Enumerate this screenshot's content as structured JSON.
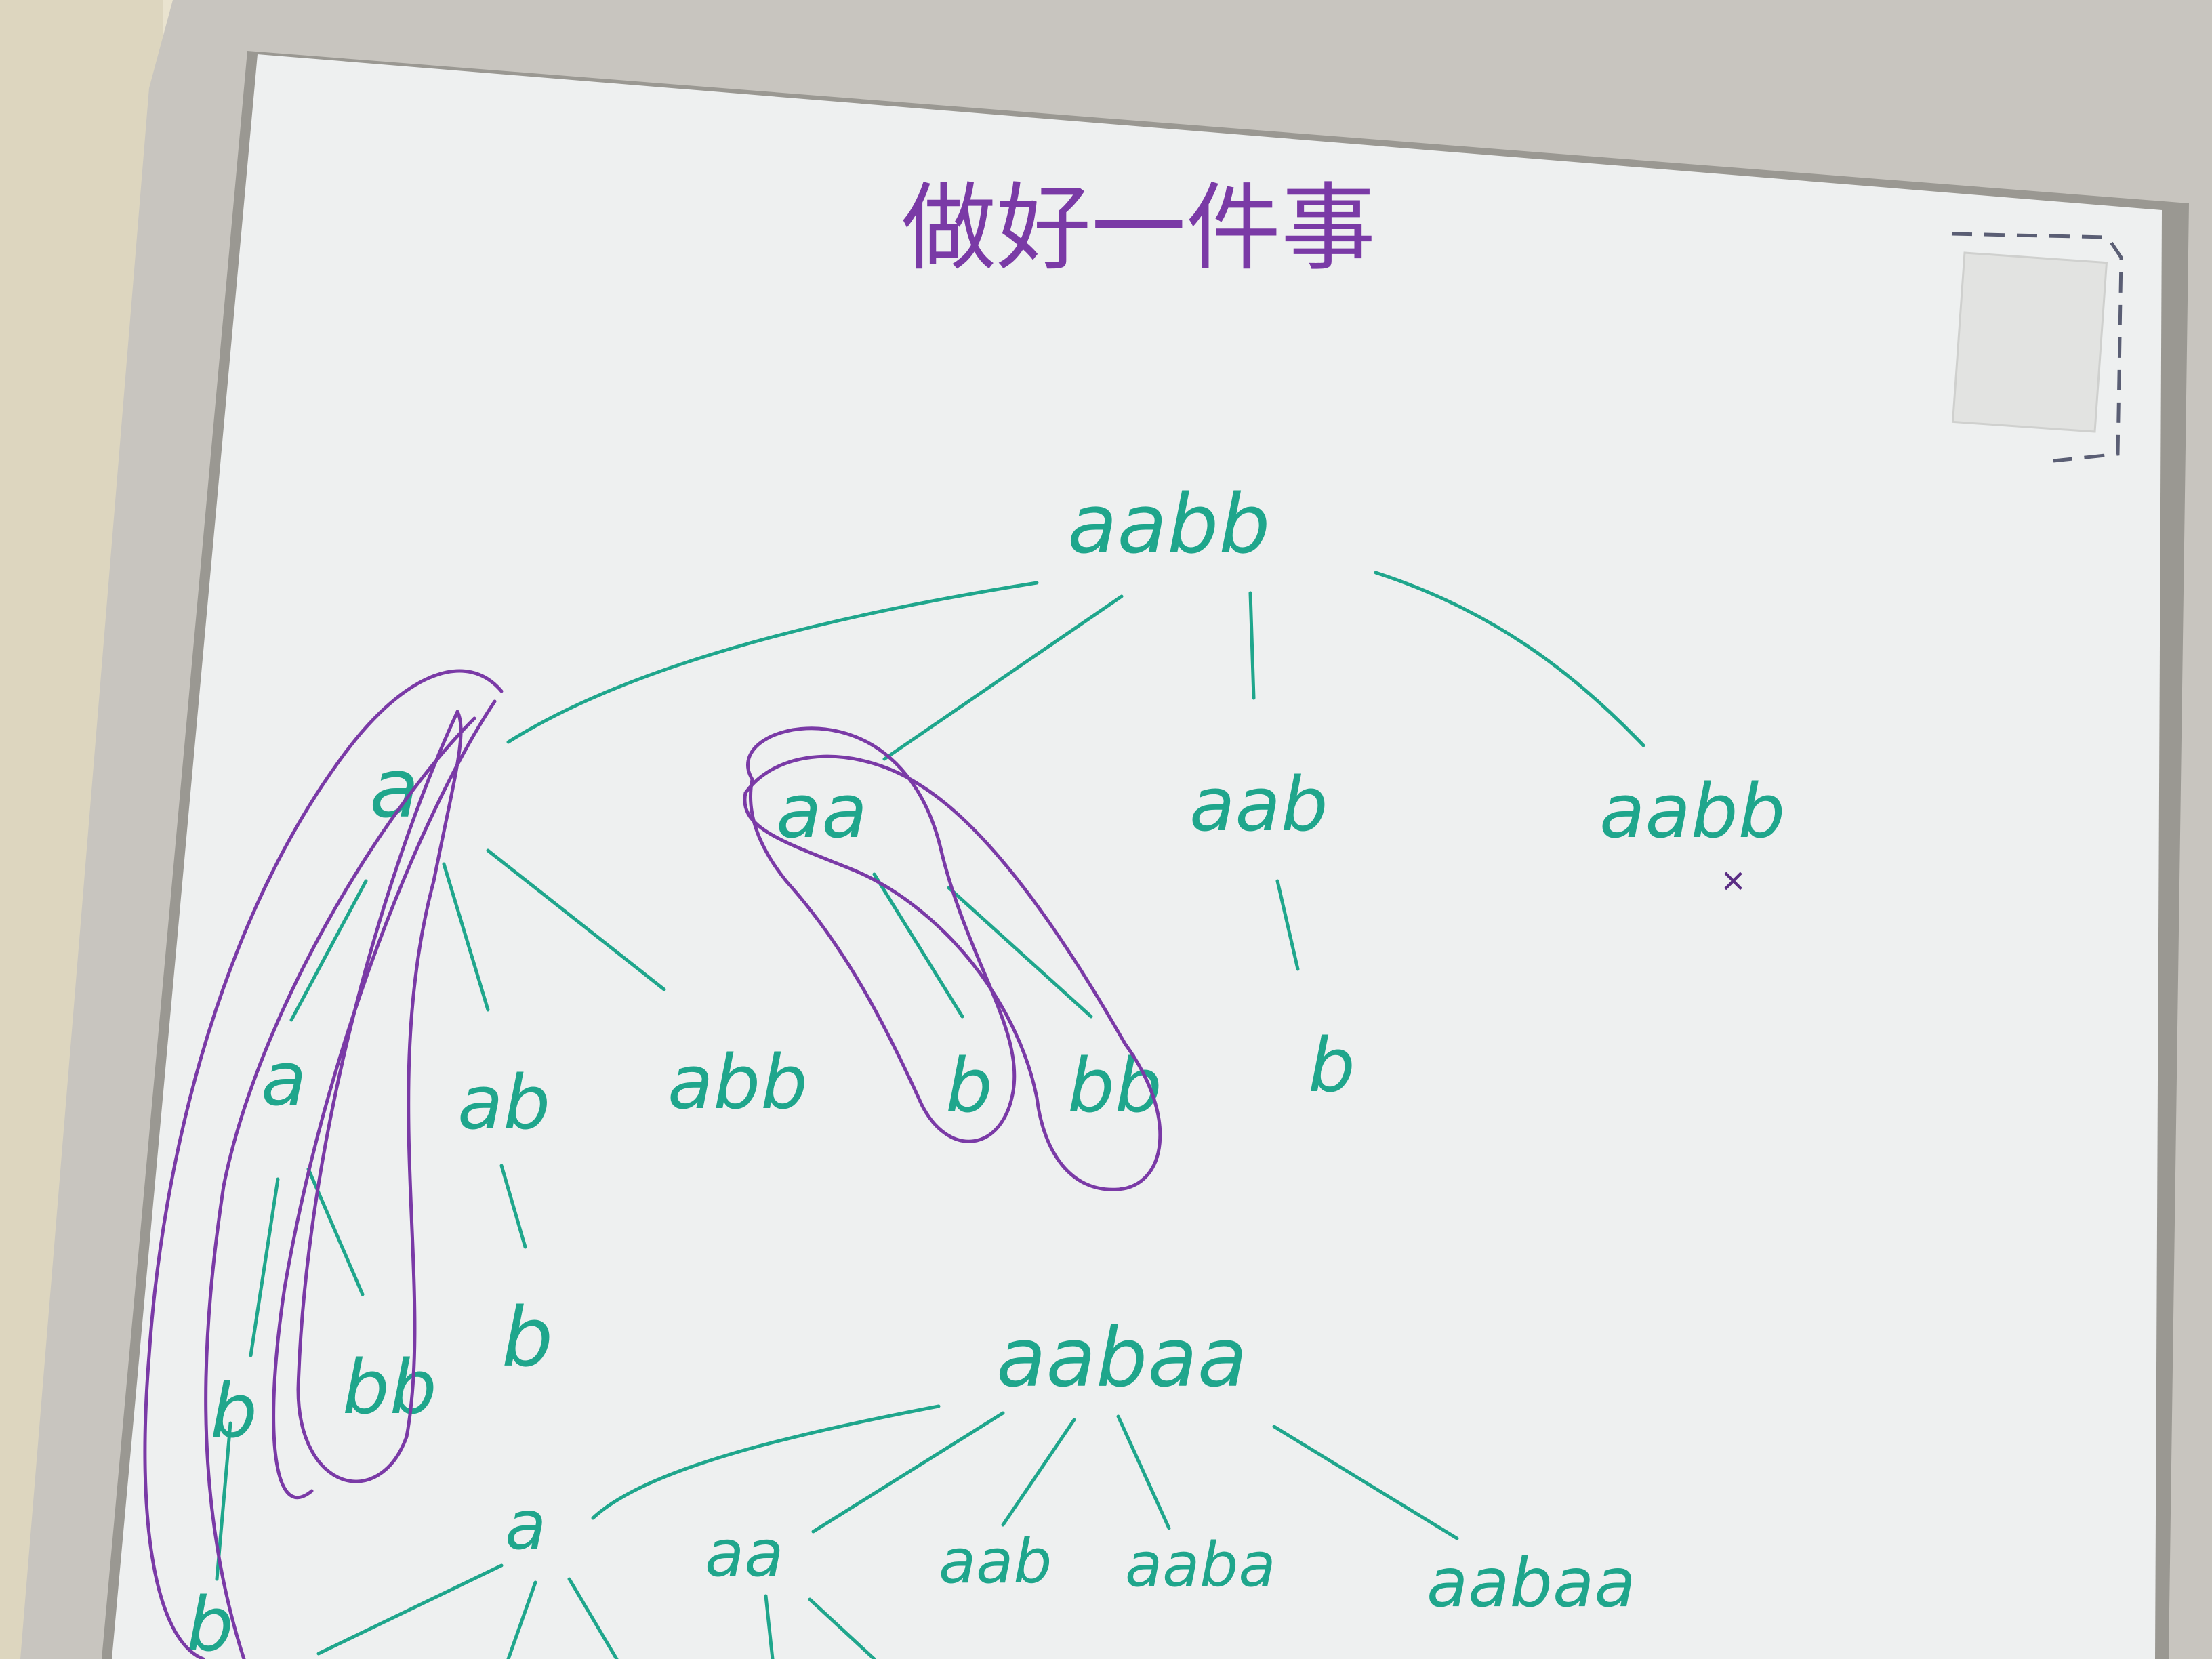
{
  "title": "做好一件事",
  "colors": {
    "wall": "#e9e3cf",
    "frame": "#c9c6c0",
    "board": "#eef0f0",
    "green_marker": "#1fa68c",
    "purple_marker": "#7a3aa6"
  },
  "tree1": {
    "root": "aabb",
    "level1": [
      "a",
      "aa",
      "aab",
      "aabb"
    ],
    "under_a": [
      "a",
      "ab",
      "abb"
    ],
    "under_aa": [
      "b",
      "bb"
    ],
    "under_aab": [
      "b"
    ],
    "under_a_a": [
      "b",
      "bb"
    ],
    "under_ab": [
      "b"
    ],
    "left_edge": [
      "b"
    ],
    "mark": "×"
  },
  "tree2": {
    "root": "aabaa",
    "level1": [
      "a",
      "aa",
      "aab",
      "aaba",
      "aabaa"
    ]
  }
}
